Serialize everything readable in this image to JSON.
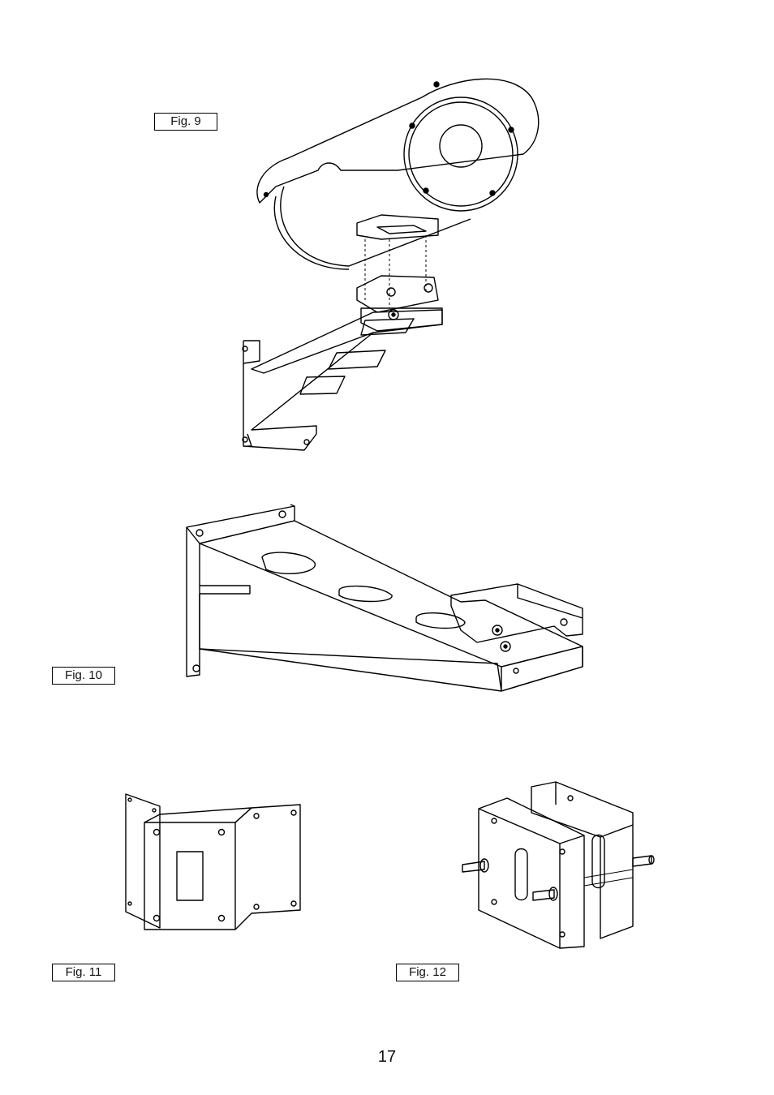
{
  "figures": [
    {
      "id": "fig9",
      "label": "Fig. 9"
    },
    {
      "id": "fig10",
      "label": "Fig. 10"
    },
    {
      "id": "fig11",
      "label": "Fig. 11"
    },
    {
      "id": "fig12",
      "label": "Fig. 12"
    }
  ],
  "page_number": "17"
}
